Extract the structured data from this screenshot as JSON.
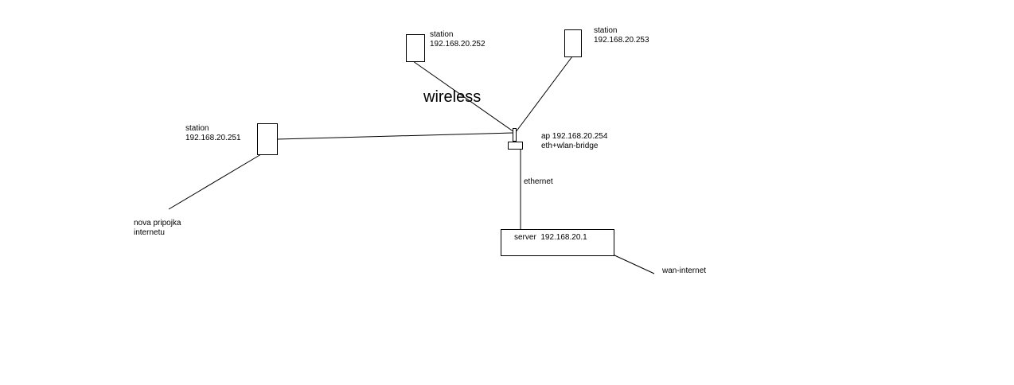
{
  "colors": {
    "line": "#000000",
    "background": "#ffffff"
  },
  "labels": {
    "wireless": "wireless",
    "station_251": [
      "station",
      "192.168.20.251"
    ],
    "station_252": [
      "station",
      "192.168.20.252"
    ],
    "station_253": [
      "station",
      "192.168.20.253"
    ],
    "ap": [
      "ap 192.168.20.254",
      "eth+wlan-bridge"
    ],
    "ethernet": "ethernet",
    "server": "server  192.168.20.1",
    "wan": "wan-internet",
    "new_connection": [
      "nova pripojka",
      "internetu"
    ]
  }
}
